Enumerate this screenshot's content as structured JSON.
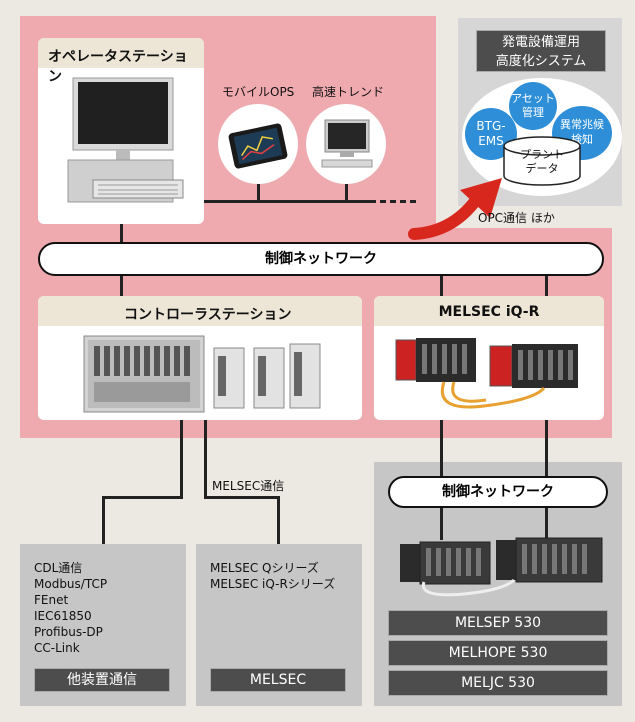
{
  "operator_station": {
    "title": "オペレータステーション"
  },
  "mobile_ops": {
    "label": "モバイルOPS"
  },
  "trend": {
    "label": "高速トレンド"
  },
  "advanced_system": {
    "title_line1": "発電設備運用",
    "title_line2": "高度化システム",
    "asset_line1": "アセット",
    "asset_line2": "管理",
    "btg_line1": "BTG-",
    "btg_line2": "EMS",
    "sign_line1": "異常兆候",
    "sign_line2": "検知",
    "plant_line1": "プラント",
    "plant_line2": "データ"
  },
  "opc_label": "OPC通信 ほか",
  "control_network_main": "制御ネットワーク",
  "controller_station": {
    "title": "コントローラステーション"
  },
  "melsec_iqr": {
    "title": "MELSEC iQ-R"
  },
  "melsec_comm_label": "MELSEC通信",
  "control_network_sub": "制御ネットワーク",
  "other_devices": {
    "items": [
      "CDL通信",
      "Modbus/TCP",
      "FEnet",
      "IEC61850",
      "Profibus-DP",
      "CC-Link"
    ],
    "footer": "他装置通信"
  },
  "melsec_box": {
    "items": [
      "MELSEC Qシリーズ",
      "MELSEC iQ-Rシリーズ"
    ],
    "footer": "MELSEC"
  },
  "products": [
    "MELSEP 530",
    "MELHOPE 530",
    "MELJC 530"
  ],
  "colors": {
    "pink": "#efaab0",
    "background": "#ece8e2",
    "accent_red": "#d8281e",
    "bubble_blue": "#2e8fd8"
  }
}
